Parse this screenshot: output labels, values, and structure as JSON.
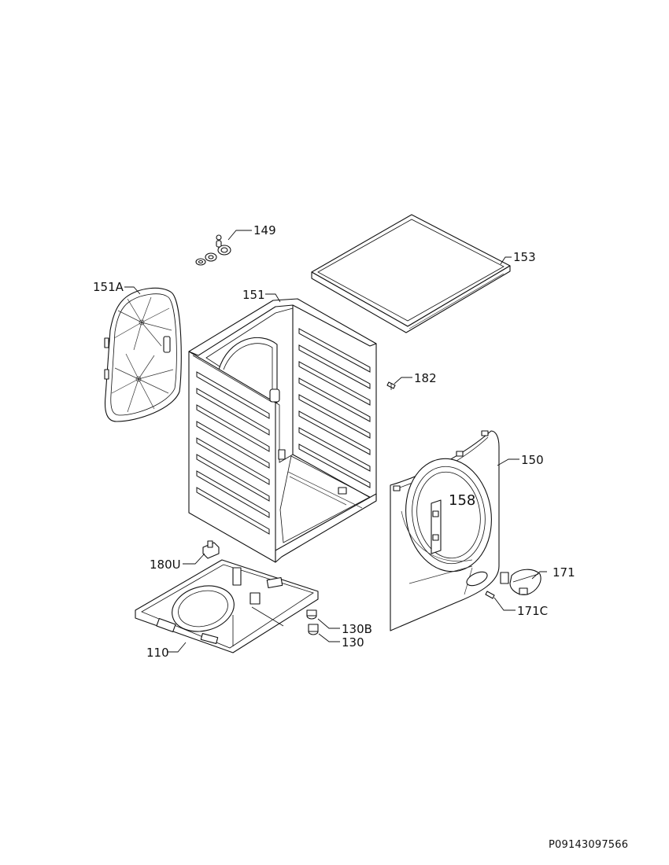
{
  "labels": {
    "p149": "149",
    "p153": "153",
    "p151A": "151A",
    "p151": "151",
    "p182": "182",
    "p150": "150",
    "p158": "158",
    "p171": "171",
    "p171C": "171C",
    "p180U": "180U",
    "p130B": "130B",
    "p130": "130",
    "p110": "110"
  },
  "document_number": "P09143097566"
}
